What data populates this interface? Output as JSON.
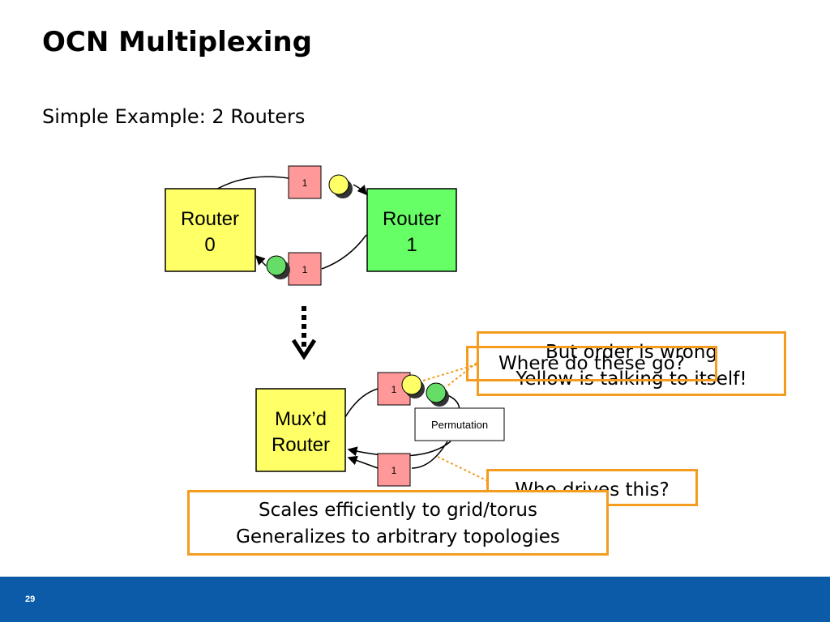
{
  "slide": {
    "title": "OCN Multiplexing",
    "subtitle": "Simple Example: 2 Routers",
    "page_number": "29"
  },
  "diagram": {
    "router0": {
      "line1": "Router",
      "line2": "0",
      "color": "#ffff66"
    },
    "router1": {
      "line1": "Router",
      "line2": "1",
      "color": "#66ff66"
    },
    "muxed_router": {
      "line1": "Mux’d",
      "line2": "Router",
      "color": "#ffff66"
    },
    "buffer_label": "1",
    "buffer_color": "#ff9999",
    "permutation_label": "Permutation",
    "token_yellow": "#ffff66",
    "token_green": "#66dd66"
  },
  "callouts": {
    "where": "Where do these go?",
    "order_line1": "But order is wrong",
    "order_line2": "Yellow is talking to itself!",
    "who": "Who drives this?",
    "scales_line1": "Scales efficiently to grid/torus",
    "scales_line2": "Generalizes to arbitrary topologies"
  },
  "accent_color": "#f39c1f",
  "footer_color": "#0b5ba8"
}
